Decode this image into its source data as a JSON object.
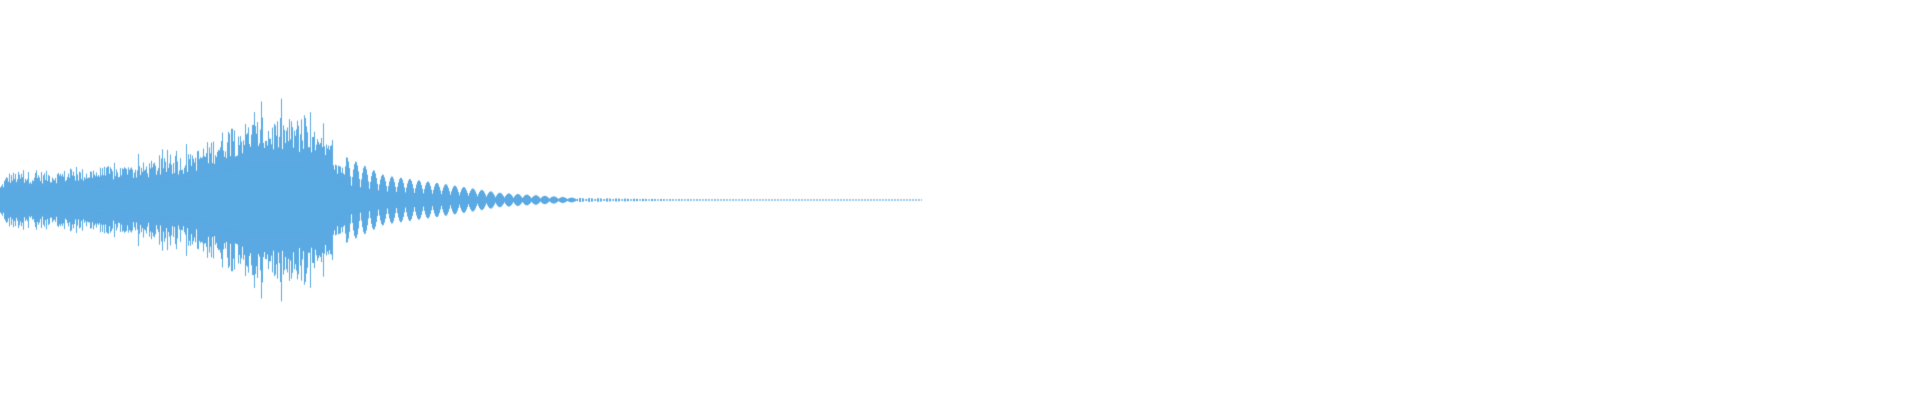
{
  "waveform": {
    "color": "#5aa9e2",
    "background": "#ffffff",
    "duration_fraction": 0.48,
    "envelope": [
      {
        "t": 0.0,
        "amp": 0.18
      },
      {
        "t": 0.004,
        "amp": 0.34
      },
      {
        "t": 0.03,
        "amp": 0.36
      },
      {
        "t": 0.07,
        "amp": 0.44
      },
      {
        "t": 0.1,
        "amp": 0.58
      },
      {
        "t": 0.12,
        "amp": 0.92
      },
      {
        "t": 0.135,
        "amp": 1.0
      },
      {
        "t": 0.155,
        "amp": 1.0
      },
      {
        "t": 0.17,
        "amp": 0.72
      },
      {
        "t": 0.18,
        "amp": 0.42
      },
      {
        "t": 0.2,
        "amp": 0.24
      },
      {
        "t": 0.23,
        "amp": 0.16
      },
      {
        "t": 0.26,
        "amp": 0.07
      },
      {
        "t": 0.3,
        "amp": 0.02
      },
      {
        "t": 0.35,
        "amp": 0.008
      },
      {
        "t": 0.48,
        "amp": 0.003
      }
    ],
    "tone_start_fraction": 0.18
  }
}
